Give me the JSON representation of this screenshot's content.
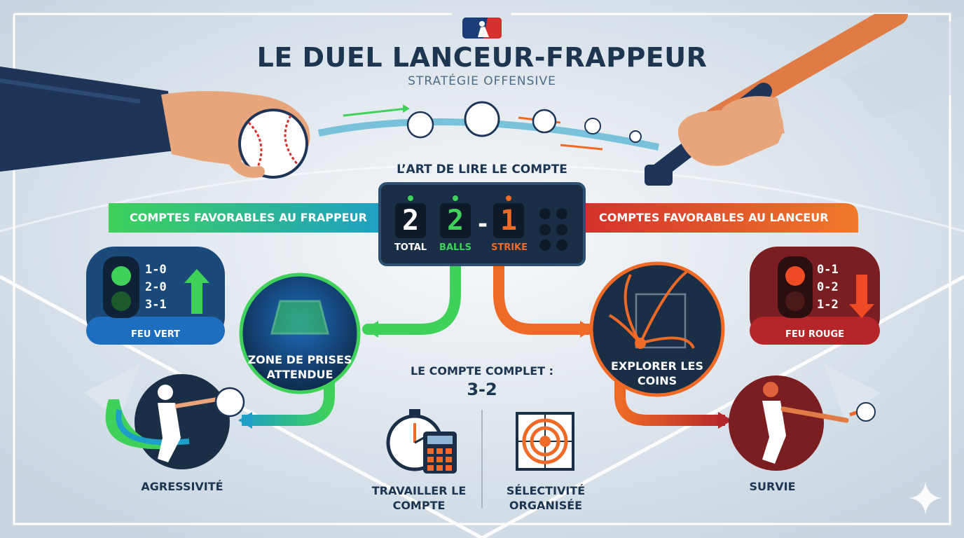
{
  "title": "LE DUEL LANCEUR-FRAPPEUR",
  "subtitle": "STRATÉGIE OFFENSIVE",
  "count_header": "L’ART DE LIRE LE COMPTE",
  "scoreboard": {
    "total_value": "2",
    "total_label": "TOTAL",
    "balls_value": "2",
    "balls_label": "BALLS",
    "dash": "-",
    "strike_value": "1",
    "strike_label": "STRIKE"
  },
  "banners": {
    "hitter": "COMPTES FAVORABLES AU FRAPPEUR",
    "pitcher": "COMPTES FAVORABLES AU LANCEUR"
  },
  "green_light": {
    "counts": [
      "1-0",
      "2-0",
      "3-1"
    ],
    "label": "FEU VERT"
  },
  "red_light": {
    "counts": [
      "0-1",
      "0-2",
      "1-2"
    ],
    "label": "FEU ROUGE"
  },
  "labels": {
    "expected_zone": "ZONE DE PRISES ATTENDUE",
    "explore_corners": "EXPLORER LES COINS",
    "aggressiveness": "AGRESSIVITÉ",
    "survival": "SURVIE"
  },
  "full_count": {
    "title": "LE COMPTE COMPLET :",
    "value": "3-2",
    "left_label": "TRAVAILLER LE COMPTE",
    "right_label": "SÉLECTIVITÉ ORGANISÉE"
  },
  "colors": {
    "navy": "#1d3550",
    "green": "#3fd15a",
    "orange": "#ef6a26",
    "red": "#b5262a",
    "teal": "#1e9fc7"
  }
}
